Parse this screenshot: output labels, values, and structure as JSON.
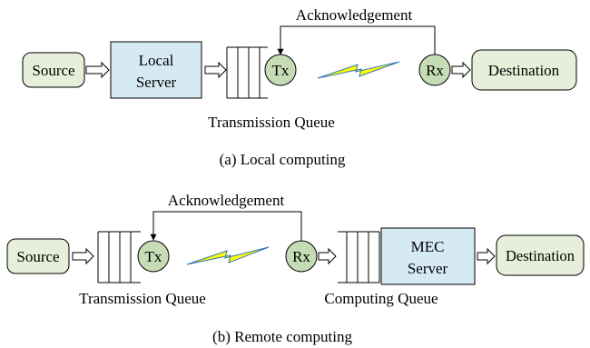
{
  "diagrams": [
    {
      "caption": "(a) Local computing",
      "ack_label": "Acknowledgement",
      "source": "Source",
      "server_line1": "Local",
      "server_line2": "Server",
      "tx": "Tx",
      "rx": "Rx",
      "destination": "Destination",
      "queue_label": "Transmission Queue"
    },
    {
      "caption": "(b) Remote computing",
      "ack_label": "Acknowledgement",
      "source": "Source",
      "tx": "Tx",
      "rx": "Rx",
      "server_line1": "MEC",
      "server_line2": "Server",
      "destination": "Destination",
      "queue_label": "Transmission Queue",
      "computing_queue_label": "Computing Queue"
    }
  ],
  "colors": {
    "terminal_fill": "#e6efd9",
    "server_fill": "#d6eaf5",
    "node_fill": "#c6dcb4",
    "lightning_fill": "#ffff00",
    "lightning_stroke": "#2e75b6"
  }
}
